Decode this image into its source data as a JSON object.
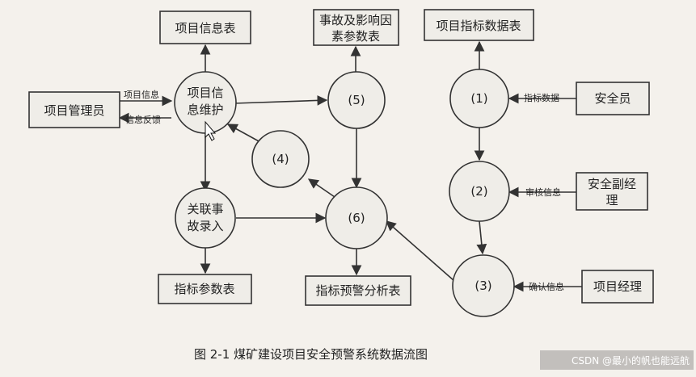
{
  "nodes": {
    "info_table": "项目信息表",
    "accident_table_l1": "事故及影响因",
    "accident_table_l2": "素参数表",
    "indicator_data_table": "项目指标数据表",
    "project_admin": "项目管理员",
    "info_maint_l1": "项目信",
    "info_maint_l2": "息维护",
    "p5": "(5)",
    "p1": "(1)",
    "safety_officer": "安全员",
    "p4": "(4)",
    "p2": "(2)",
    "deputy_l1": "安全副经",
    "deputy_l2": "理",
    "accident_entry_l1": "关联事",
    "accident_entry_l2": "故录入",
    "p6": "(6)",
    "p3": "(3)",
    "project_manager": "项目经理",
    "param_table": "指标参数表",
    "warning_table": "指标预警分析表"
  },
  "flows": {
    "project_info": "项目信息",
    "info_feedback": "信息反馈",
    "indicator_data": "指标数据",
    "review_info": "审核信息",
    "confirm_info": "确认信息"
  },
  "caption": "图 2-1 煤矿建设项目安全预警系统数据流图",
  "watermark": "CSDN @最小的帆也能远航"
}
